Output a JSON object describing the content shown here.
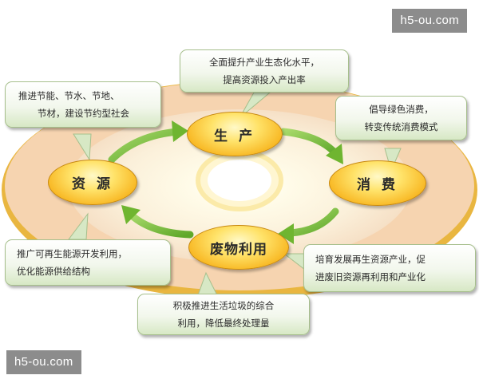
{
  "nodes": {
    "production": "生 产",
    "consumption": "消 费",
    "resources": "资 源",
    "waste": "废物利用"
  },
  "callouts": {
    "production_line1": "全面提升产业生态化水平，",
    "production_line2": "提高资源投入产出率",
    "consumption_line1": "倡导绿色消费，",
    "consumption_line2": "转变传统消费模式",
    "resources_line1": "推进节能、节水、节地、",
    "resources_line2": "节材，建设节约型社会",
    "energy_line1": "推广可再生能源开发利用，",
    "energy_line2": "优化能源供给结构",
    "recycle_line1": "培育发展再生资源产业，促",
    "recycle_line2": "进废旧资源再利用和产业化",
    "waste_line1": "积极推进生活垃圾的综合",
    "waste_line2": "利用，降低最终处理量"
  },
  "watermark": {
    "top": "h5-ou.com",
    "bottom": "h5-ou.com"
  },
  "colors": {
    "background": "#ffffff",
    "outer_disk": "#f7d8b4",
    "outer_rim": "#ecbf4a",
    "inner_disk": "#f9ecdb",
    "node_fill": "#f7b21a",
    "arrow": "#7fbf3a",
    "callout_fill": "#e6f0db",
    "callout_border": "#a6bf8c",
    "watermark_bg": "#8c8c8c"
  }
}
